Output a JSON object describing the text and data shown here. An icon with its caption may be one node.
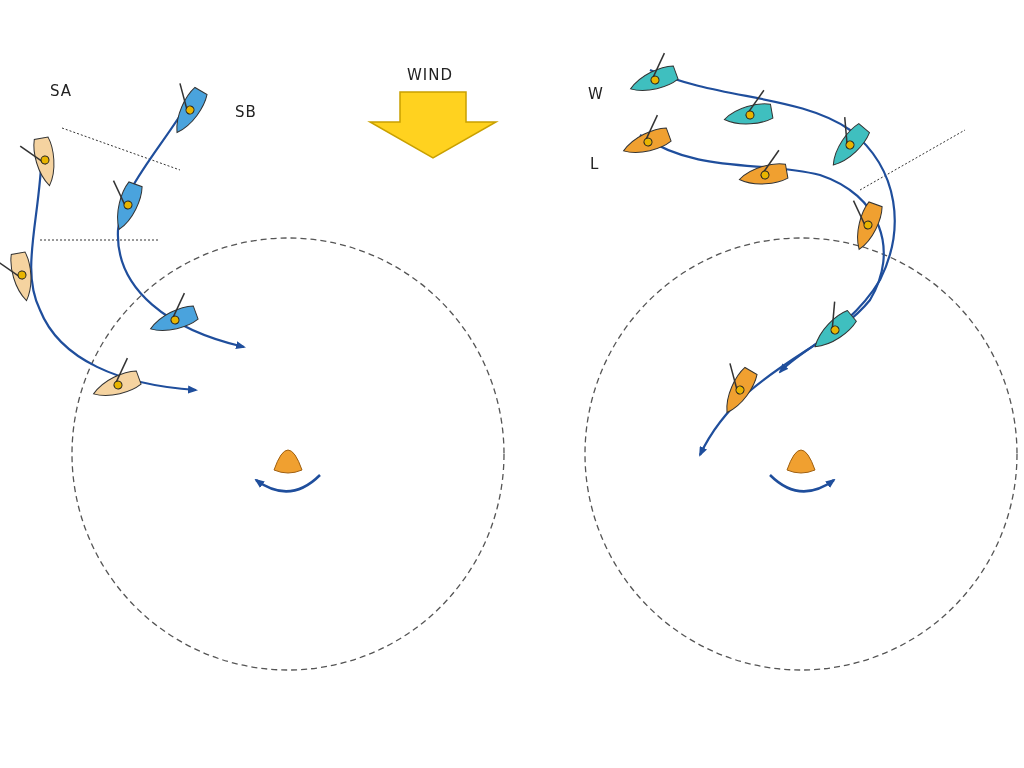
{
  "diagram": {
    "labels": [
      "SA",
      "SB",
      "WIND",
      "W",
      "L"
    ]
  }
}
